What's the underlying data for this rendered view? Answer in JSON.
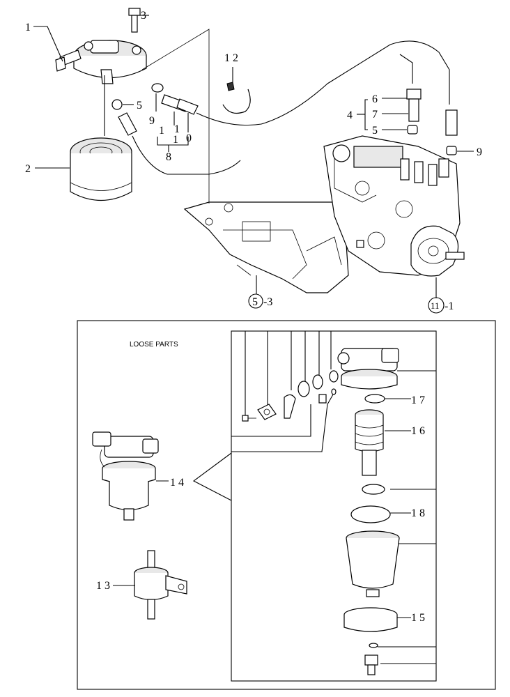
{
  "labels": {
    "c1": "1",
    "c2": "2",
    "c3": "3",
    "c5": "5",
    "c9a": "9",
    "c10a": "1",
    "c10b": "0",
    "c11a": "1",
    "c11b": "1",
    "c8": "8",
    "c12": "1 2",
    "c4": "4",
    "c6": "6",
    "c7": "7",
    "c5b": "5",
    "c9b": "9",
    "ref53": "5",
    "ref53suffix": "-3",
    "ref111": "11",
    "ref111suffix": "-1",
    "loose_parts": "LOOSE PARTS",
    "c17": "1 7",
    "c16": "1 6",
    "c14": "1 4",
    "c18": "1 8",
    "c13": "1 3",
    "c15": "1 5"
  }
}
